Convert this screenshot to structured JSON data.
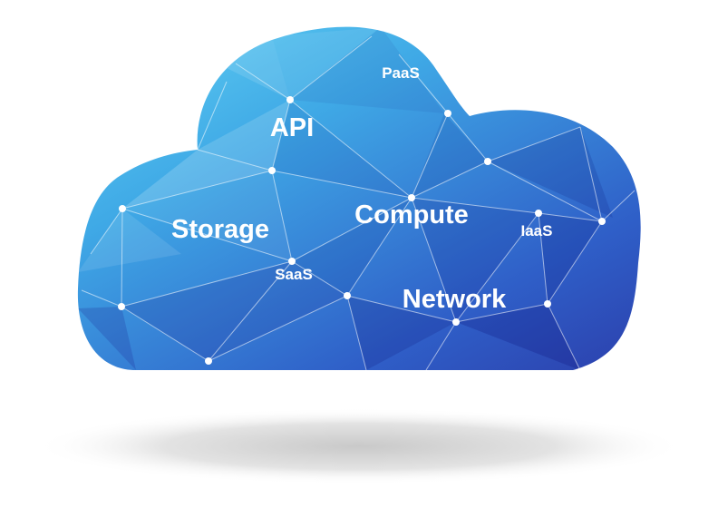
{
  "diagram": {
    "labels": {
      "api": "API",
      "paas": "PaaS",
      "storage": "Storage",
      "compute": "Compute",
      "iaas": "IaaS",
      "saas": "SaaS",
      "network": "Network"
    },
    "colors": {
      "cloud_light": "#5ad0f2",
      "cloud_mid": "#3a8fd8",
      "cloud_dark": "#2b3fae",
      "node": "#ffffff",
      "shadow": "#d8d8d8"
    }
  }
}
